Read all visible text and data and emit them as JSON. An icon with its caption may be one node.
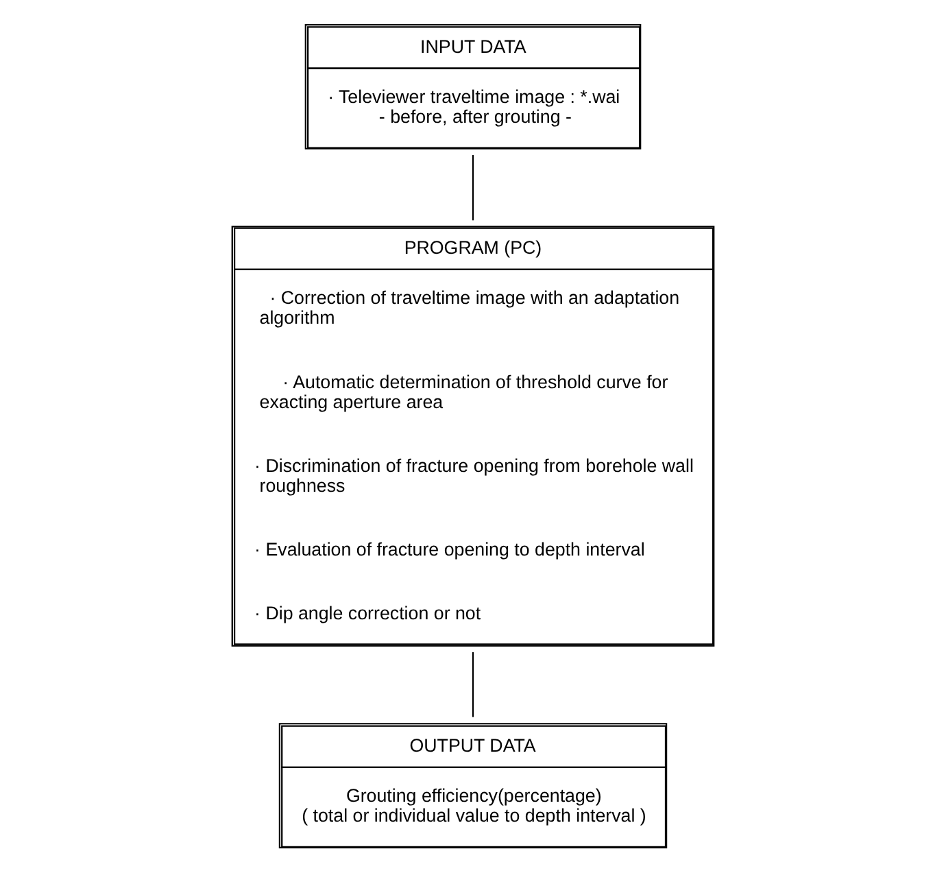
{
  "diagram": {
    "nodes": [
      {
        "text": [
          "INPUT DATA",
          "· Televiewer traveltime image : *.wai",
          "- before, after grouting -"
        ]
      },
      {
        "text": [
          "PROGRAM (PC)",
          "· Correction of traveltime image with an adaptation algorithm",
          "· Automatic determination of threshold curve for exacting aperture area",
          "· Discrimination of fracture opening from borehole wall roughness",
          "· Evaluation of fracture opening to depth interval",
          "· Dip angle correction or not"
        ]
      },
      {
        "text": [
          "OUTPUT DATA",
          "Grouting efficiency(percentage)",
          "( total or individual value to depth interval )"
        ]
      }
    ],
    "edges": [
      {
        "from": 0,
        "to": 1,
        "arrow": "none"
      },
      {
        "from": 1,
        "to": 2,
        "arrow": "none"
      }
    ]
  }
}
